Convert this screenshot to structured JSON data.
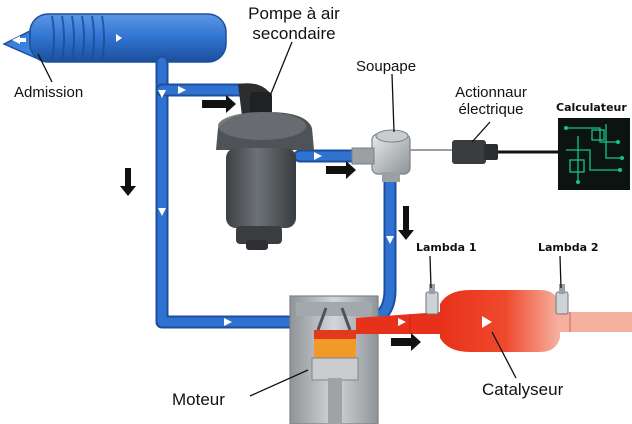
{
  "labels": {
    "admission": "Admission",
    "pompe_line1": "Pompe à air",
    "pompe_line2": "secondaire",
    "soupape": "Soupape",
    "actionneur_line1": "Actionnaur",
    "actionneur_line2": "électrique",
    "calculateur": "Calculateur",
    "lambda1": "Lambda 1",
    "lambda2": "Lambda 2",
    "moteur": "Moteur",
    "catalyseur": "Catalyseur"
  },
  "colors": {
    "air_pipe": "#2f72d0",
    "air_pipe_dark": "#1c4f9c",
    "exhaust_hot": "#e8311a",
    "exhaust_light": "#f39a86",
    "pump_body": "#5b5f63",
    "engine_gray": "#b9bdc1",
    "pcb_green": "#16c28a",
    "arrow": "#111111"
  },
  "icons": {
    "flow_arrow": "flow-arrow-icon",
    "direction_arrow": "direction-arrow-icon"
  }
}
